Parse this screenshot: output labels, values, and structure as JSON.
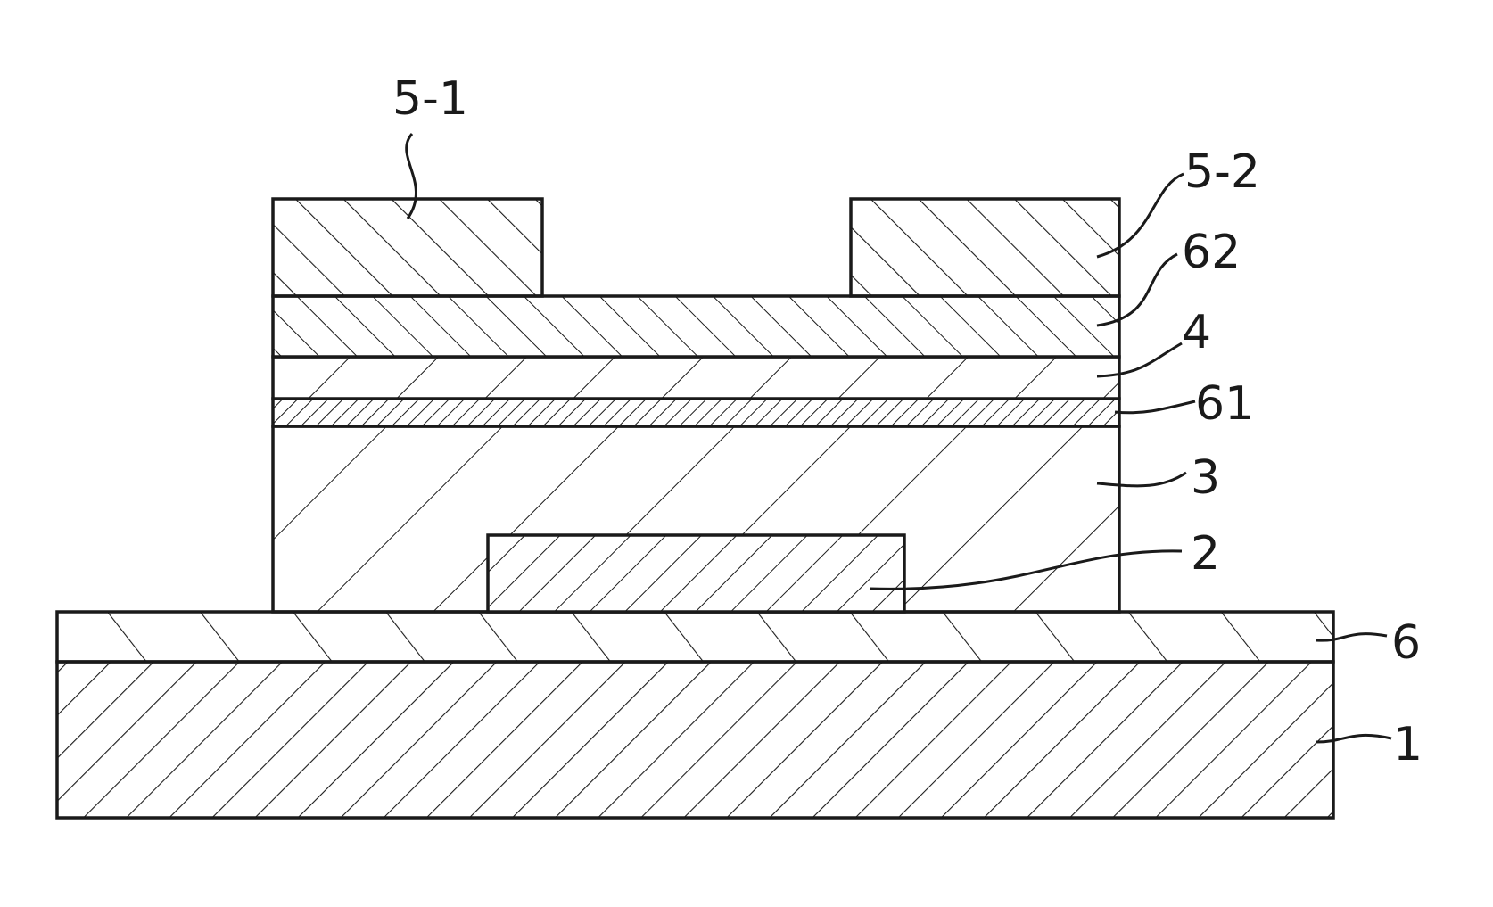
{
  "labels": {
    "electrode_left": "5-1",
    "electrode_right": "5-2",
    "layer_62": "62",
    "layer_4": "4",
    "layer_61": "61",
    "layer_3": "3",
    "layer_2": "2",
    "layer_6": "6",
    "layer_1": "1"
  },
  "colors": {
    "line": "#1a1a1a",
    "background": "#ffffff"
  }
}
